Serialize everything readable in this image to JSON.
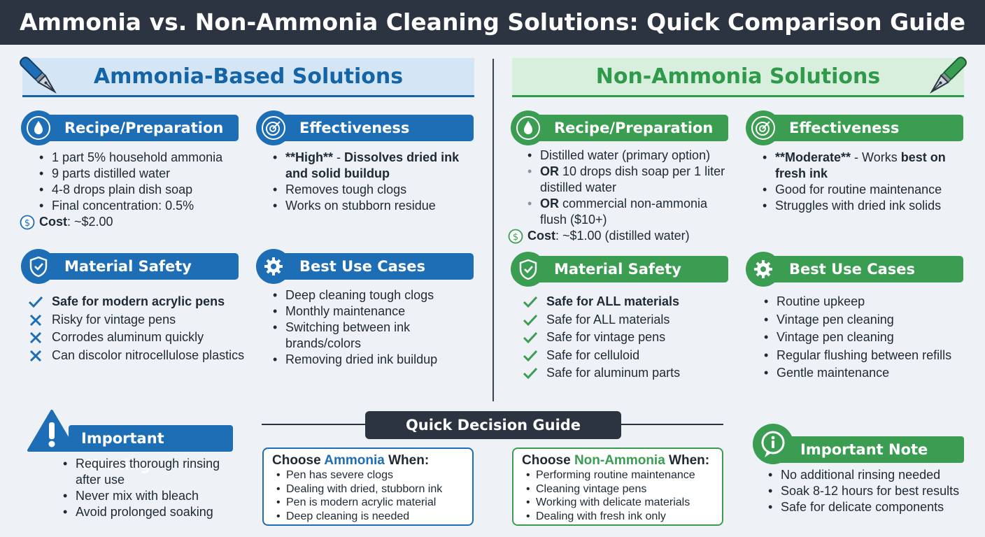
{
  "title": "Ammonia vs. Non-Ammonia Cleaning Solutions: Quick Comparison Guide",
  "colors": {
    "blue": "#1e6eb5",
    "green": "#3a9d52",
    "dark": "#2b3440"
  },
  "ammonia": {
    "heading": "Ammonia-Based Solutions",
    "recipe": {
      "title": "Recipe/Preparation",
      "items": [
        "1 part 5% household ammonia",
        "9 parts distilled water",
        "4-8 drops plain dish soap",
        "Final concentration: 0.5%"
      ],
      "cost_label": "Cost",
      "cost_value": ": ~$2.00"
    },
    "effectiveness": {
      "title": "Effectiveness",
      "first_bold": "**High**",
      "first_sep": " - ",
      "first_rest": "Dissolves dried ink and solid buildup",
      "items": [
        "Removes tough clogs",
        "Works on stubborn residue"
      ]
    },
    "safety": {
      "title": "Material Safety",
      "items": [
        {
          "mark": "check",
          "text": "Safe for modern acrylic pens"
        },
        {
          "mark": "cross",
          "text": "Risky for vintage pens"
        },
        {
          "mark": "cross",
          "text": "Corrodes aluminum quickly"
        },
        {
          "mark": "cross",
          "text": "Can discolor nitrocellulose plastics"
        }
      ]
    },
    "use_cases": {
      "title": "Best Use Cases",
      "items": [
        "Deep cleaning tough clogs",
        "Monthly maintenance",
        "Switching between ink brands/colors",
        "Removing dried ink buildup"
      ]
    }
  },
  "non_ammonia": {
    "heading": "Non-Ammonia Solutions",
    "recipe": {
      "title": "Recipe/Preparation",
      "item1": "Distilled water (primary option)",
      "or_word": "OR",
      "item2": " 10 drops dish soap per 1 liter distilled water",
      "item3": " commercial non-ammonia flush ($10+)",
      "cost_label": "Cost",
      "cost_value": ": ~$1.00 (distilled water)"
    },
    "effectiveness": {
      "title": "Effectiveness",
      "first_bold": "**Moderate**",
      "first_mid": " - Works ",
      "first_bold2": "best on fresh ink",
      "items": [
        "Good for routine maintenance",
        "Struggles with dried ink solids"
      ]
    },
    "safety": {
      "title": "Material Safety",
      "items": [
        {
          "mark": "check",
          "text": "Safe for ALL materials"
        },
        {
          "mark": "check",
          "text": "Safe for ALL materials"
        },
        {
          "mark": "check",
          "text": "Safe for vintage pens"
        },
        {
          "mark": "check",
          "text": "Safe for celluloid"
        },
        {
          "mark": "check",
          "text": "Safe for aluminum parts"
        }
      ]
    },
    "use_cases": {
      "title": "Best Use Cases",
      "items": [
        "Routine upkeep",
        "Vintage pen cleaning",
        "Vintage pen cleaning",
        "Regular flushing between refills",
        "Gentle maintenance"
      ]
    }
  },
  "warning": {
    "title": "Important Warning",
    "items": [
      "Requires thorough rinsing after use",
      "Never mix with bleach",
      "Avoid prolonged soaking"
    ]
  },
  "decision": {
    "title": "Quick Decision Guide",
    "ammonia": {
      "prefix": "Choose ",
      "highlight": "Ammonia",
      "suffix": " When:",
      "items": [
        "Pen has severe clogs",
        "Dealing with dried, stubborn ink",
        "Pen is modern acrylic material",
        "Deep cleaning is needed"
      ]
    },
    "non_ammonia": {
      "prefix": "Choose ",
      "highlight": "Non-Ammonia",
      "suffix": " When:",
      "items": [
        "Performing routine maintenance",
        "Cleaning vintage pens",
        "Working with delicate materials",
        "Dealing with fresh ink only"
      ]
    }
  },
  "note": {
    "title": "Important Note",
    "items": [
      "No additional rinsing needed",
      "Soak 8-12 hours for best results",
      "Safe for delicate components"
    ]
  }
}
